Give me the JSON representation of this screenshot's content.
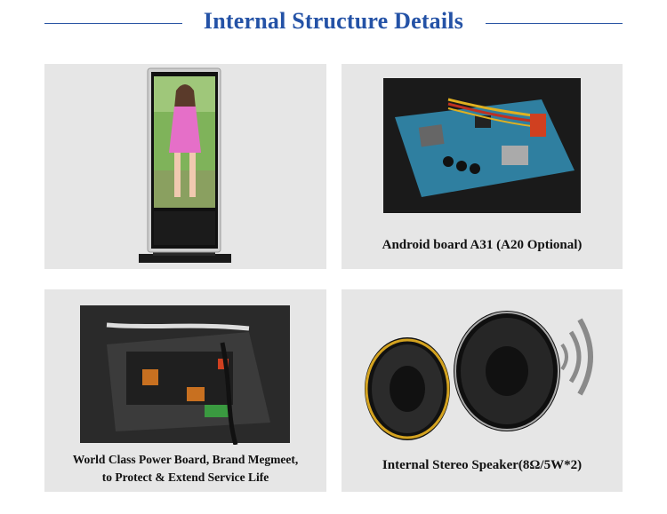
{
  "header": {
    "title": "Internal Structure Details"
  },
  "panels": [
    {
      "id": "kiosk",
      "caption": ""
    },
    {
      "id": "android-board",
      "caption": "Android board A31 (A20 Optional)"
    },
    {
      "id": "power-board",
      "caption_line1": "World Class Power Board, Brand Megmeet,",
      "caption_line2": "to Protect & Extend Service Life"
    },
    {
      "id": "speaker",
      "caption": "Internal Stereo Speaker(8Ω/5W*2)"
    }
  ],
  "colors": {
    "accent": "#2452a6",
    "panel_bg": "#e6e6e6",
    "pcb": "#2f7fa0"
  }
}
